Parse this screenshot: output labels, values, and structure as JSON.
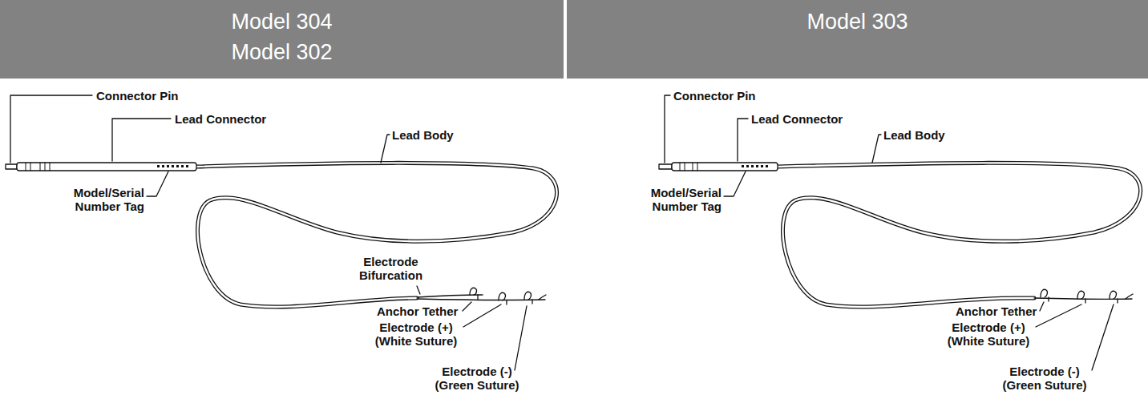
{
  "diagram": {
    "nodes": [
      {
        "text": [
          "Model 304",
          "Model 302"
        ]
      },
      {
        "text": [
          "Model 303"
        ]
      }
    ],
    "labels": [
      "Connector Pin",
      "Lead Connector",
      "Lead Body",
      "Model/Serial Number Tag",
      "Electrode Bifurcation",
      "Anchor Tether",
      "Electrode (+) (White Suture)",
      "Electrode (-) (Green Suture)",
      "Connector Pin",
      "Lead Connector",
      "Lead Body",
      "Model/Serial Number Tag",
      "Anchor Tether",
      "Electrode (+) (White Suture)",
      "Electrode (-) (Green Suture)"
    ]
  }
}
